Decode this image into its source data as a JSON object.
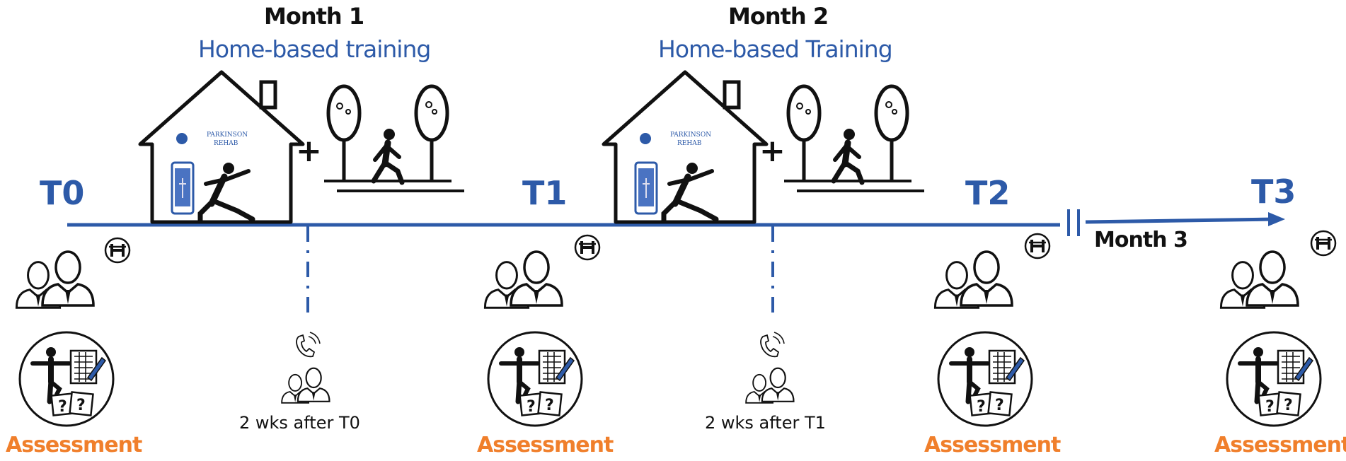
{
  "month1": {
    "title": "Month 1",
    "subtitle": "Home-based training"
  },
  "month2": {
    "title": "Month 2",
    "subtitle": "Home-based Training"
  },
  "month3": {
    "title": "Month 3"
  },
  "timepoints": [
    "T0",
    "T1",
    "T2",
    "T3"
  ],
  "assessment_label": "Assessment",
  "followup_calls": [
    "2 wks after T0",
    "2 wks after T1"
  ],
  "app_logo": {
    "line1": "PARKINSON",
    "line2": "REHAB"
  },
  "hospital_badge": "H",
  "questionnaire_glyph": "?",
  "plus_sign": "+",
  "colors": {
    "timeline": "#2d5aa8",
    "assessment": "#f07f2b",
    "text": "#111111"
  }
}
